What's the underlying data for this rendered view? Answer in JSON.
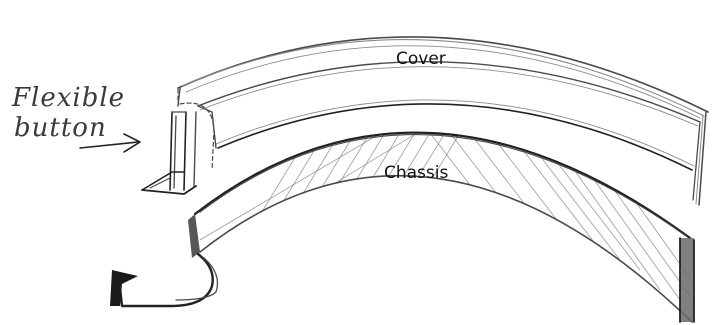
{
  "labels": {
    "flexible_line1": "Flexible",
    "flexible_line2": "button",
    "cover": "Cover",
    "chassis": "Chassis"
  },
  "colors": {
    "pencil": "#4a4a4a",
    "pencil_dark": "#222222",
    "paper": "#ffffff"
  }
}
